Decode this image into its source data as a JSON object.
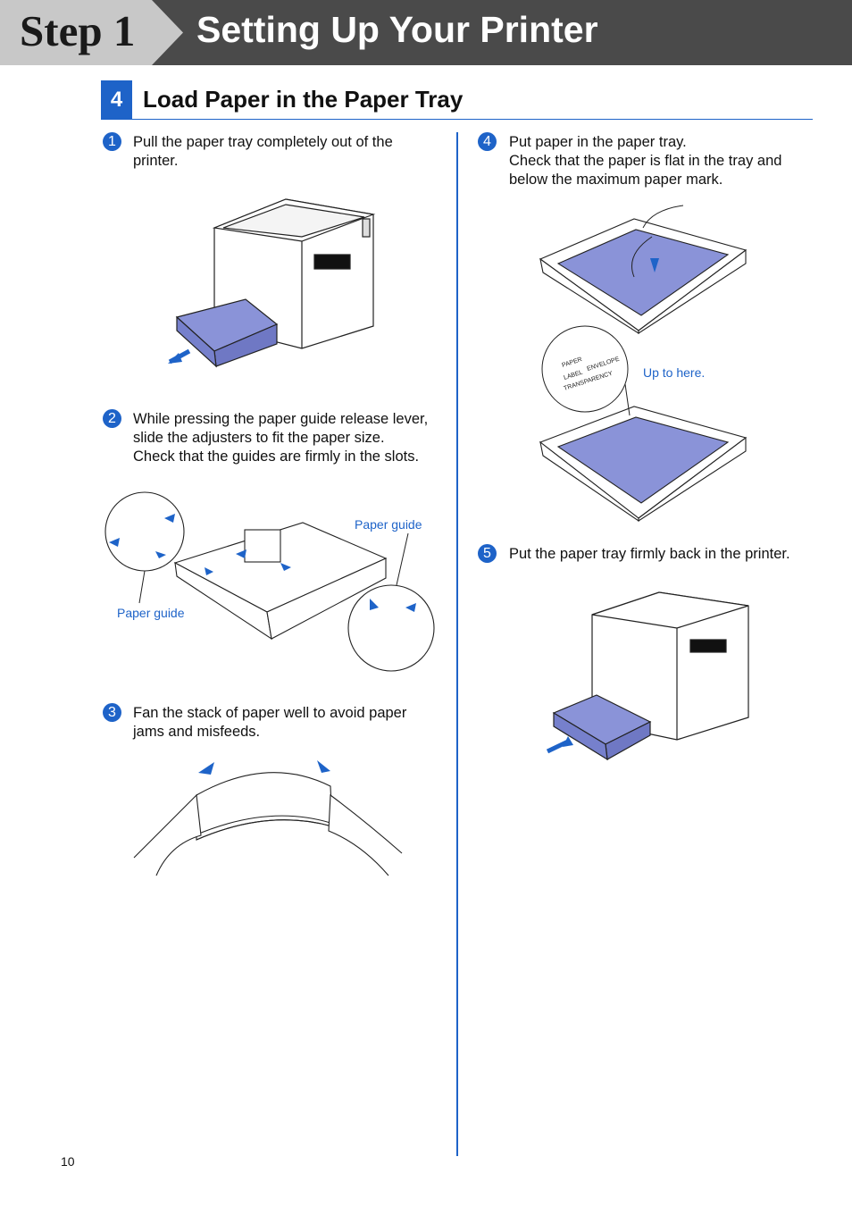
{
  "header": {
    "step_label": "Step 1",
    "title": "Setting Up Your Printer"
  },
  "section": {
    "number": "4",
    "title": "Load Paper in the Paper Tray"
  },
  "steps": [
    {
      "number": "1",
      "lines": [
        "Pull the paper tray completely out of the",
        "printer."
      ]
    },
    {
      "number": "2",
      "lines": [
        "While pressing the paper guide release lever,",
        "slide the adjusters to fit the paper size.",
        "Check that the guides are firmly in the slots."
      ]
    },
    {
      "number": "3",
      "lines": [
        "Fan the stack of paper well to avoid paper",
        "jams and misfeeds."
      ]
    },
    {
      "number": "4",
      "lines": [
        "Put paper in the paper tray.",
        "Check that the paper is flat in the tray and",
        "below the maximum paper mark."
      ]
    },
    {
      "number": "5",
      "lines": [
        "Put the paper tray firmly back in the printer."
      ]
    }
  ],
  "captions": {
    "paper_guide_top": "Paper guide",
    "paper_guide_left": "Paper guide",
    "up_to_here": "Up to here."
  },
  "tray_marks": {
    "paper": "PAPER",
    "label": "LABEL",
    "envelope": "ENVELOPE",
    "transparency": "TRANSPARENCY"
  },
  "page_number": "10",
  "colors": {
    "accent": "#1e63c8",
    "tray_blue": "#8a93d8",
    "header_bg": "#4a4a4a",
    "step_tab_bg": "#c8c8c8"
  }
}
